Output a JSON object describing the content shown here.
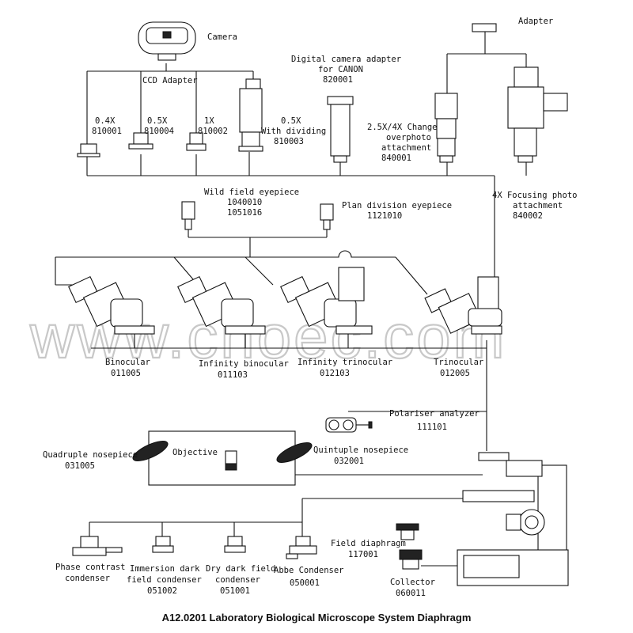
{
  "watermark": "www.cnoec.com",
  "caption": "A12.0201 Laboratory Biological Microscope System Diaphragm",
  "labels": {
    "camera": "Camera",
    "ccd_adapter": "CCD Adapter",
    "dc_adapter_1": "Digital camera adapter",
    "dc_adapter_2": "for CANON",
    "dc_adapter_3": "820001",
    "adapter": "Adapter",
    "a04_1": "0.4X",
    "a04_2": "810001",
    "a05_1": "0.5X",
    "a05_2": "810004",
    "a1_1": "1X",
    "a1_2": "810002",
    "a05d_1": "0.5X",
    "a05d_2": "With dividing",
    "a05d_3": "810003",
    "change_1": "2.5X/4X Change",
    "change_2": "overphoto",
    "change_3": "attachment",
    "change_4": "840001",
    "focus_1": "4X Focusing photo",
    "focus_2": "attachment",
    "focus_3": "840002",
    "wide_1": "Wild field eyepiece",
    "wide_2": "1040010",
    "wide_3": "1051016",
    "plan_1": "Plan division eyepiece",
    "plan_2": "1121010",
    "bino_1": "Binocular",
    "bino_2": "011005",
    "ibino_1": "Infinity binocular",
    "ibino_2": "011103",
    "itri_1": "Infinity trinocular",
    "itri_2": "012103",
    "tri_1": "Trinocular",
    "tri_2": "012005",
    "polar_1": "Polariser analyzer",
    "polar_2": "111101",
    "quad_1": "Quadruple nosepiece",
    "quad_2": "031005",
    "objective": "Objective",
    "quint_1": "Quintuple nosepiece",
    "quint_2": "032001",
    "field_1": "Field diaphragm",
    "field_2": "117001",
    "collector_1": "Collector",
    "collector_2": "060011",
    "phase_1": "Phase contrast",
    "phase_2": "condenser",
    "imm_1": "Immersion dark",
    "imm_2": "field condenser",
    "imm_3": "051002",
    "dry_1": "Dry dark field",
    "dry_2": "condenser",
    "dry_3": "051001",
    "abbe_1": "Abbe Condenser",
    "abbe_2": "050001"
  }
}
